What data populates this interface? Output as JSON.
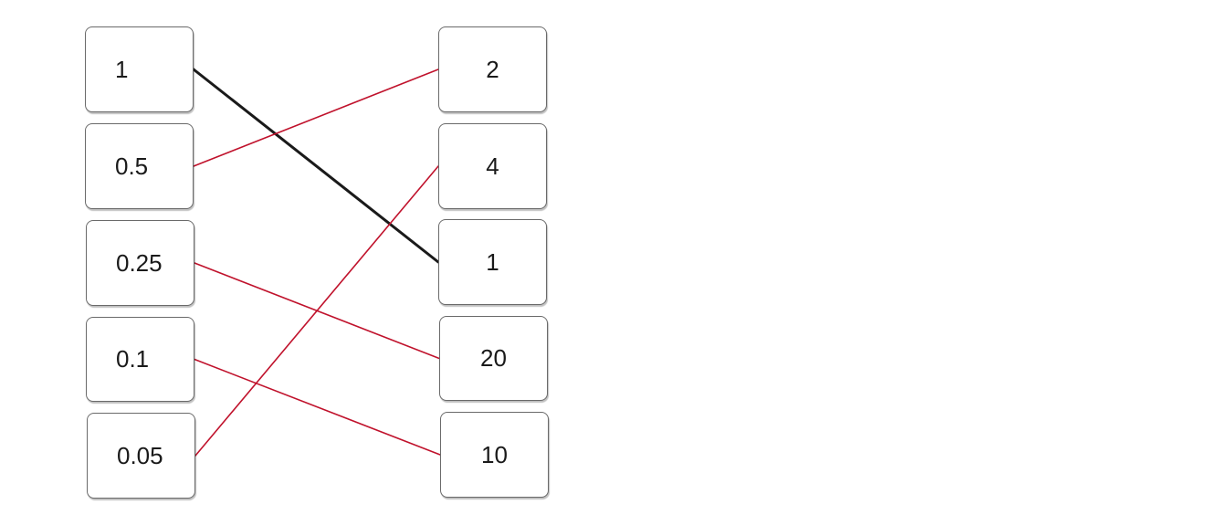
{
  "left_column": [
    "1",
    "0.5",
    "0.25",
    "0.1",
    "0.05"
  ],
  "right_column": [
    "2",
    "4",
    "1",
    "20",
    "10"
  ],
  "connections": [
    {
      "from": 0,
      "to": 2,
      "kind": "example"
    },
    {
      "from": 1,
      "to": 0,
      "kind": "answer"
    },
    {
      "from": 2,
      "to": 3,
      "kind": "answer"
    },
    {
      "from": 3,
      "to": 4,
      "kind": "answer"
    },
    {
      "from": 4,
      "to": 1,
      "kind": "answer"
    }
  ],
  "colors": {
    "example_line": "#1a1a1a",
    "answer_line": "#c0122c",
    "box_border": "#6a6a6a",
    "text": "#1a1a1a"
  }
}
